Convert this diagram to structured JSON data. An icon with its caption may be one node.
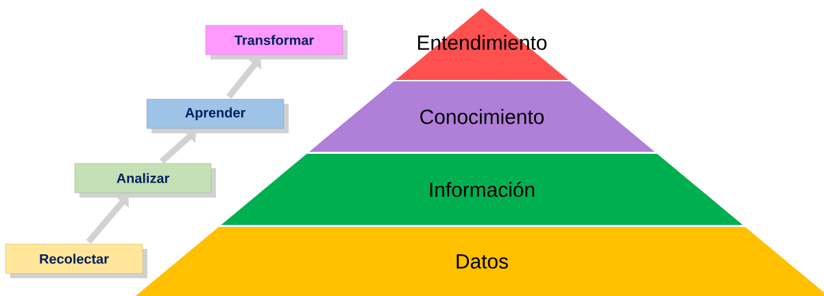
{
  "diagram": {
    "nodes": [
      {
        "text": [
          "Entendimiento"
        ]
      },
      {
        "text": [
          "Conocimiento"
        ]
      },
      {
        "text": [
          "Información"
        ]
      },
      {
        "text": [
          "Datos"
        ]
      },
      {
        "text": [
          "Transformar"
        ]
      },
      {
        "text": [
          "Aprender"
        ]
      },
      {
        "text": [
          "Analizar"
        ]
      },
      {
        "text": [
          "Recolectar"
        ]
      }
    ],
    "edges": [
      {
        "from": 7,
        "to": 6,
        "arrow": "to"
      },
      {
        "from": 6,
        "to": 5,
        "arrow": "to"
      },
      {
        "from": 5,
        "to": 4,
        "arrow": "to"
      }
    ]
  }
}
